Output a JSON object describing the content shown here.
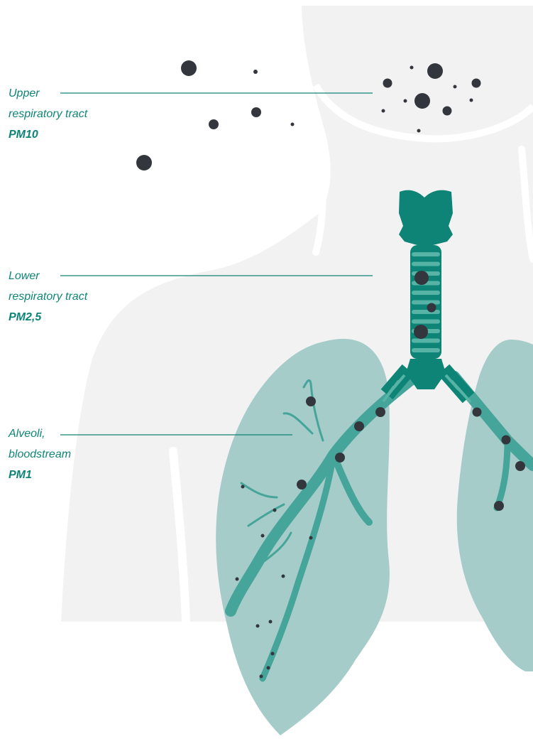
{
  "colors": {
    "background": "#ffffff",
    "body_silhouette": "#f2f2f2",
    "body_outline": "#ffffff",
    "label_text": "#0e8476",
    "connector_line": "#0e8476",
    "trachea": "#0e8476",
    "trachea_rings": "#56b3a5",
    "lung_fill": "#a5ccc8",
    "bronchi": "#46a59a",
    "particle": "#33373d"
  },
  "labels": [
    {
      "id": "upper",
      "line1": "Upper",
      "line2": "respiratory tract",
      "pm": "PM10"
    },
    {
      "id": "lower",
      "line1": "Lower",
      "line2": "respiratory tract",
      "pm": "PM2,5"
    },
    {
      "id": "alveoli",
      "line1": "Alveoli,",
      "line2": "bloodstream",
      "pm": "PM1"
    }
  ],
  "icons": [
    "body-silhouette-icon",
    "trachea-icon",
    "lungs-icon",
    "particle-icon"
  ]
}
